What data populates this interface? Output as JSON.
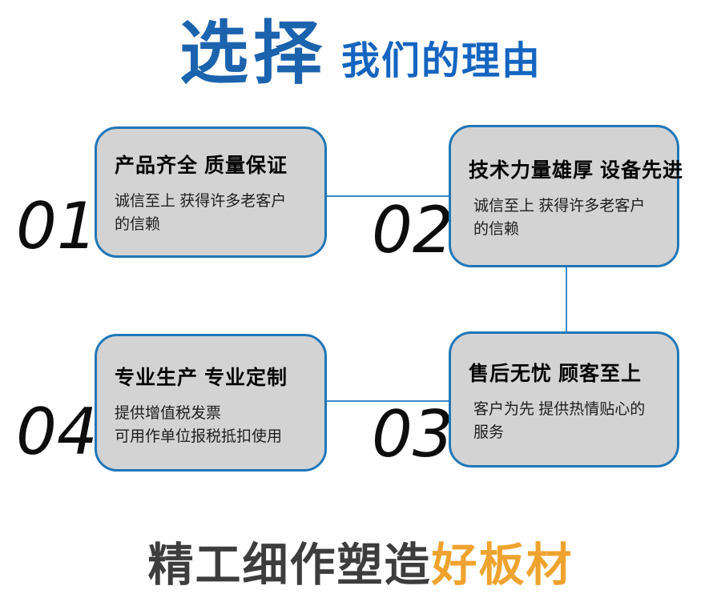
{
  "colors": {
    "title_blue": "#1c63ae",
    "subtitle_blue": "#1565c0",
    "card_border_blue": "#2077b8",
    "card_fill": "#d3d3d3",
    "connector_blue": "#3a8ac4",
    "number_black": "#0d0d0d",
    "heading_black": "#050505",
    "body_gray": "#1e1e1e",
    "tagline_dark": "#3d3d3d",
    "tagline_orange": "#efa32f"
  },
  "header": {
    "title_accent": "选择",
    "title_rest": "我们的理由"
  },
  "cards": [
    {
      "number": "01",
      "title": "产品齐全 质量保证",
      "body": "诚信至上 获得许多老客户\n的信赖"
    },
    {
      "number": "02",
      "title": "技术力量雄厚 设备先进",
      "body": "诚信至上 获得许多老客户\n的信赖"
    },
    {
      "number": "04",
      "title": "专业生产 专业定制",
      "body": "提供增值税发票\n可用作单位报税抵扣使用"
    },
    {
      "number": "03",
      "title": "售后无忧 顾客至上",
      "body": "客户为先 提供热情贴心的\n服务"
    }
  ],
  "footer": {
    "text_dark": "精工细作塑造",
    "text_accent": "好板材"
  }
}
